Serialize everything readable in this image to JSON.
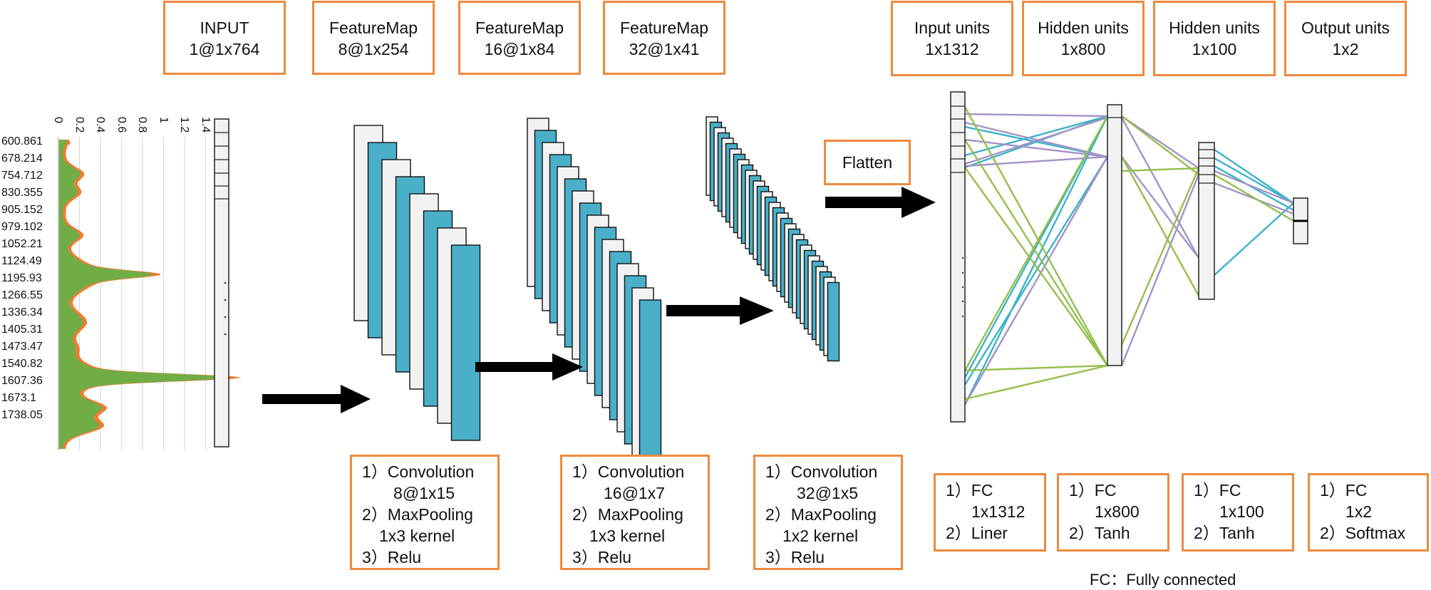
{
  "headers": {
    "input": {
      "l1": "INPUT",
      "l2": "1@1x764"
    },
    "fm1": {
      "l1": "FeatureMap",
      "l2": "8@1x254"
    },
    "fm2": {
      "l1": "FeatureMap",
      "l2": "16@1x84"
    },
    "fm3": {
      "l1": "FeatureMap",
      "l2": "32@1x41"
    },
    "input_units": {
      "l1": "Input units",
      "l2": "1x1312"
    },
    "hidden1": {
      "l1": "Hidden units",
      "l2": "1x800"
    },
    "hidden2": {
      "l1": "Hidden units",
      "l2": "1x100"
    },
    "output_units": {
      "l1": "Output units",
      "l2": "1x2"
    }
  },
  "flatten_label": "Flatten",
  "conv_steps": [
    {
      "s1": "1）Convolution",
      "s1b": "8@1x15",
      "s2": "2）MaxPooling",
      "s2b": "1x3 kernel",
      "s3": "3）Relu"
    },
    {
      "s1": "1）Convolution",
      "s1b": "16@1x7",
      "s2": "2）MaxPooling",
      "s2b": "1x3 kernel",
      "s3": "3）Relu"
    },
    {
      "s1": "1）Convolution",
      "s1b": "32@1x5",
      "s2": "2）MaxPooling",
      "s2b": "1x2 kernel",
      "s3": "3）Relu"
    }
  ],
  "fc_steps": [
    {
      "s1": "1）FC",
      "s1b": "1x1312",
      "s2": "2）Liner"
    },
    {
      "s1": "1）FC",
      "s1b": "1x800",
      "s2": "2）Tanh"
    },
    {
      "s1": "1）FC",
      "s1b": "1x100",
      "s2": "2）Tanh"
    },
    {
      "s1": "1）FC",
      "s1b": "1x2",
      "s2": "2）Softmax"
    }
  ],
  "footnote": "FC：Fully connected",
  "spectrum": {
    "y_labels": [
      "600.861",
      "678.214",
      "754.712",
      "830.355",
      "905.152",
      "979.102",
      "1052.21",
      "1124.49",
      "1195.93",
      "1266.55",
      "1336.34",
      "1405.31",
      "1473.47",
      "1540.82",
      "1607.36",
      "1673.1",
      "1738.05"
    ],
    "x_ticks": [
      "0",
      "0.2",
      "0.4",
      "0.6",
      "0.8",
      "1",
      "1.2",
      "1.4"
    ]
  },
  "colors": {
    "box_border": "#ed8a3f",
    "feature_blue": "#4aafc8",
    "feature_white": "#f2f2f2",
    "conn_teal": "#3ab2c9",
    "conn_purple": "#a393c6",
    "conn_green": "#93bf4d",
    "spectrum_green": "#70ad47",
    "spectrum_orange": "#ed7d31"
  }
}
